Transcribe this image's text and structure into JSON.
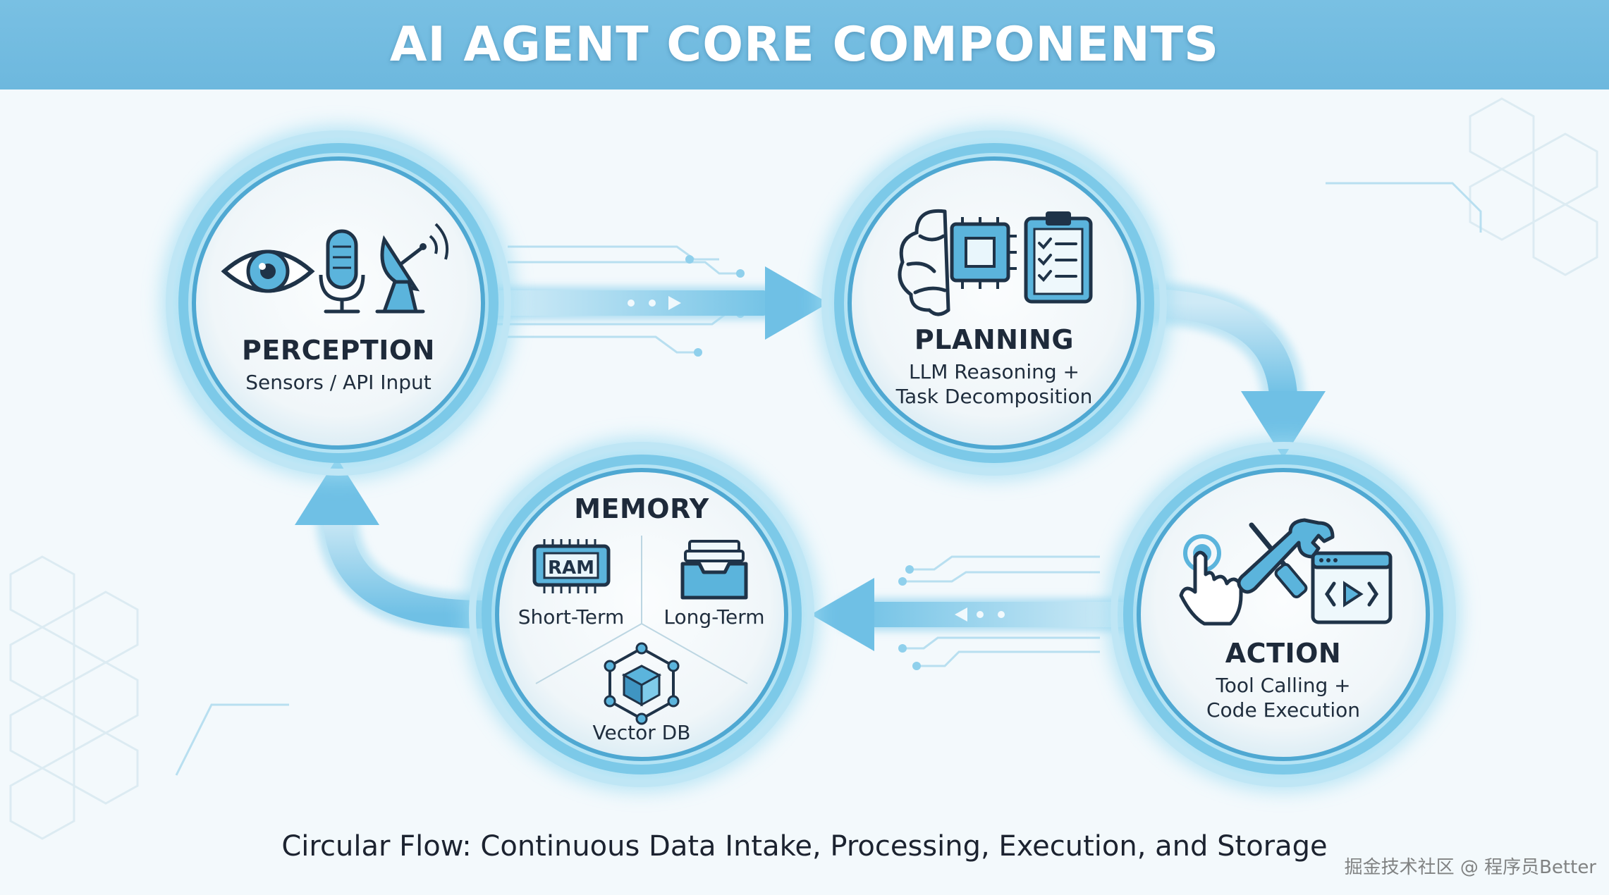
{
  "header": {
    "title": "AI AGENT CORE COMPONENTS"
  },
  "nodes": {
    "perception": {
      "title": "PERCEPTION",
      "subtitle": "Sensors / API Input"
    },
    "planning": {
      "title": "PLANNING",
      "line1": "LLM Reasoning +",
      "line2": "Task Decomposition"
    },
    "action": {
      "title": "ACTION",
      "line1": "Tool Calling +",
      "line2": "Code Execution"
    },
    "memory": {
      "title": "MEMORY",
      "ram_badge": "RAM",
      "short_term": "Short-Term",
      "long_term": "Long-Term",
      "vector_db": "Vector DB"
    }
  },
  "caption": "Circular Flow: Continuous Data Intake, Processing, Execution, and Storage",
  "watermark": "掘金技术社区 @ 程序员Better",
  "colors": {
    "header_bg": "#6db8de",
    "ring": "#7cc9e8",
    "ring_dark": "#4fa8d2",
    "icon_fill": "#5bb4dc",
    "icon_stroke": "#1f3348",
    "text": "#1f2d3d"
  }
}
